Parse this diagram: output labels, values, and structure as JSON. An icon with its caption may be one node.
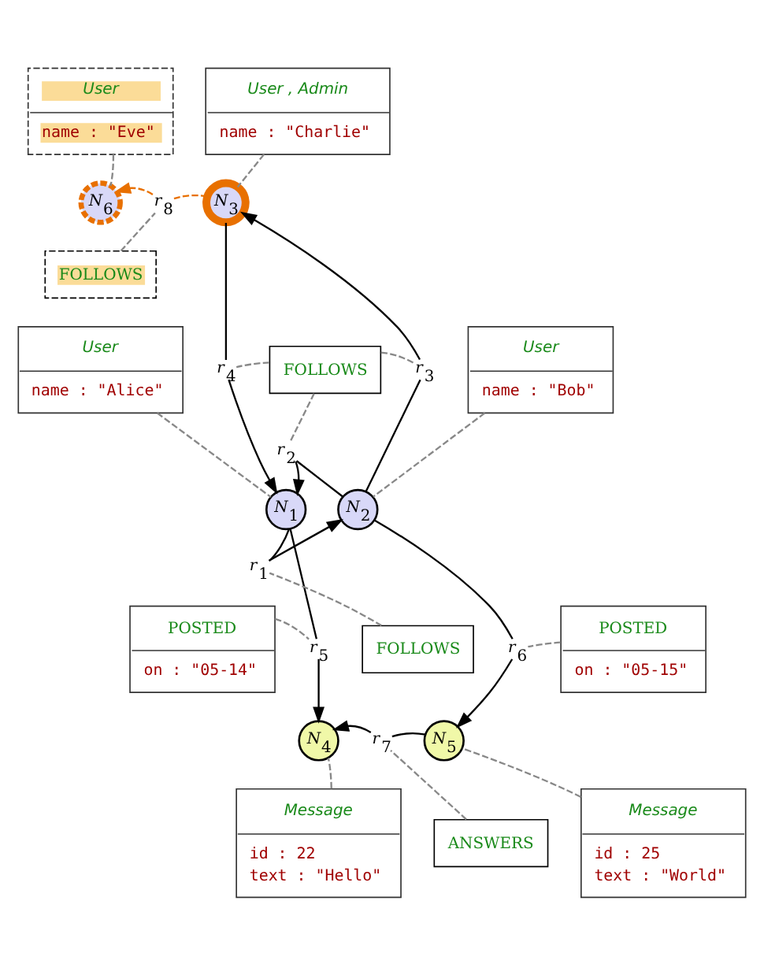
{
  "diagram": {
    "nodes": [
      {
        "text": [
          "User",
          "name : \"Eve\""
        ]
      },
      {
        "text": [
          "User , Admin",
          "name : \"Charlie\""
        ]
      },
      {
        "text": [
          "N$_{6}$"
        ]
      },
      {
        "text": [
          "r$_{8}$"
        ]
      },
      {
        "text": [
          "N$_{3}$"
        ]
      },
      {
        "text": [
          "FOLLOWS"
        ]
      },
      {
        "text": [
          "User",
          "name : \"Alice\""
        ]
      },
      {
        "text": [
          "FOLLOWS"
        ]
      },
      {
        "text": [
          "User",
          "name : \"Bob\""
        ]
      },
      {
        "text": [
          "r$_{4}$"
        ]
      },
      {
        "text": [
          "r$_{3}$"
        ]
      },
      {
        "text": [
          "r$_{2}$"
        ]
      },
      {
        "text": [
          "N$_{1}$"
        ]
      },
      {
        "text": [
          "N$_{2}$"
        ]
      },
      {
        "text": [
          "r$_{1}$"
        ]
      },
      {
        "text": [
          "POSTED",
          "on : \"05-14\""
        ]
      },
      {
        "text": [
          "r$_{5}$"
        ]
      },
      {
        "text": [
          "FOLLOWS"
        ]
      },
      {
        "text": [
          "r$_{6}$"
        ]
      },
      {
        "text": [
          "POSTED",
          "on : \"05-15\""
        ]
      },
      {
        "text": [
          "N$_{4}$"
        ]
      },
      {
        "text": [
          "r$_{7}$"
        ]
      },
      {
        "text": [
          "N$_{5}$"
        ]
      },
      {
        "text": [
          "ANSWERS"
        ]
      },
      {
        "text": [
          "Message",
          "id : 22",
          "text : \"Hello\""
        ]
      },
      {
        "text": [
          "Message",
          "id : 25",
          "text : \"World\""
        ]
      }
    ],
    "edges": [
      {
        "from": 0,
        "to": 2,
        "arrow": "none",
        "style": "dashed",
        "color": "#888888"
      },
      {
        "from": 1,
        "to": 4,
        "arrow": "none",
        "style": "dashed",
        "color": "#888888"
      },
      {
        "from": 4,
        "to": 3,
        "arrow": "none",
        "style": "dashed",
        "color": "#e87000"
      },
      {
        "from": 3,
        "to": 2,
        "arrow": "to",
        "style": "dashed",
        "color": "#e87000"
      },
      {
        "from": 5,
        "to": 3,
        "arrow": "none",
        "style": "dashed",
        "color": "#888888"
      },
      {
        "from": 6,
        "to": 12,
        "arrow": "none",
        "style": "dashed",
        "color": "#888888"
      },
      {
        "from": 8,
        "to": 13,
        "arrow": "none",
        "style": "dashed",
        "color": "#888888"
      },
      {
        "from": 7,
        "to": 9,
        "arrow": "none",
        "style": "dashed",
        "color": "#888888"
      },
      {
        "from": 7,
        "to": 10,
        "arrow": "none",
        "style": "dashed",
        "color": "#888888"
      },
      {
        "from": 7,
        "to": 11,
        "arrow": "none",
        "style": "dashed",
        "color": "#888888"
      },
      {
        "from": 4,
        "to": 9,
        "arrow": "none",
        "color": "#000000"
      },
      {
        "from": 9,
        "to": 12,
        "arrow": "to",
        "color": "#000000"
      },
      {
        "from": 13,
        "to": 10,
        "arrow": "none",
        "color": "#000000"
      },
      {
        "from": 10,
        "to": 4,
        "arrow": "to",
        "color": "#000000"
      },
      {
        "from": 13,
        "to": 11,
        "arrow": "none",
        "color": "#000000"
      },
      {
        "from": 11,
        "to": 12,
        "arrow": "to",
        "color": "#000000"
      },
      {
        "from": 12,
        "to": 14,
        "arrow": "none",
        "color": "#000000"
      },
      {
        "from": 14,
        "to": 13,
        "arrow": "to",
        "color": "#000000"
      },
      {
        "from": 17,
        "to": 14,
        "arrow": "none",
        "style": "dashed",
        "color": "#888888"
      },
      {
        "from": 12,
        "to": 16,
        "arrow": "none",
        "color": "#000000"
      },
      {
        "from": 16,
        "to": 20,
        "arrow": "to",
        "color": "#000000"
      },
      {
        "from": 15,
        "to": 16,
        "arrow": "none",
        "style": "dashed",
        "color": "#888888"
      },
      {
        "from": 13,
        "to": 18,
        "arrow": "none",
        "color": "#000000"
      },
      {
        "from": 18,
        "to": 22,
        "arrow": "to",
        "color": "#000000"
      },
      {
        "from": 19,
        "to": 18,
        "arrow": "none",
        "style": "dashed",
        "color": "#888888"
      },
      {
        "from": 22,
        "to": 21,
        "arrow": "none",
        "color": "#000000"
      },
      {
        "from": 21,
        "to": 20,
        "arrow": "to",
        "color": "#000000"
      },
      {
        "from": 23,
        "to": 21,
        "arrow": "none",
        "style": "dashed",
        "color": "#888888"
      },
      {
        "from": 24,
        "to": 20,
        "arrow": "none",
        "style": "dashed",
        "color": "#888888"
      },
      {
        "from": 25,
        "to": 22,
        "arrow": "none",
        "style": "dashed",
        "color": "#888888"
      }
    ]
  }
}
